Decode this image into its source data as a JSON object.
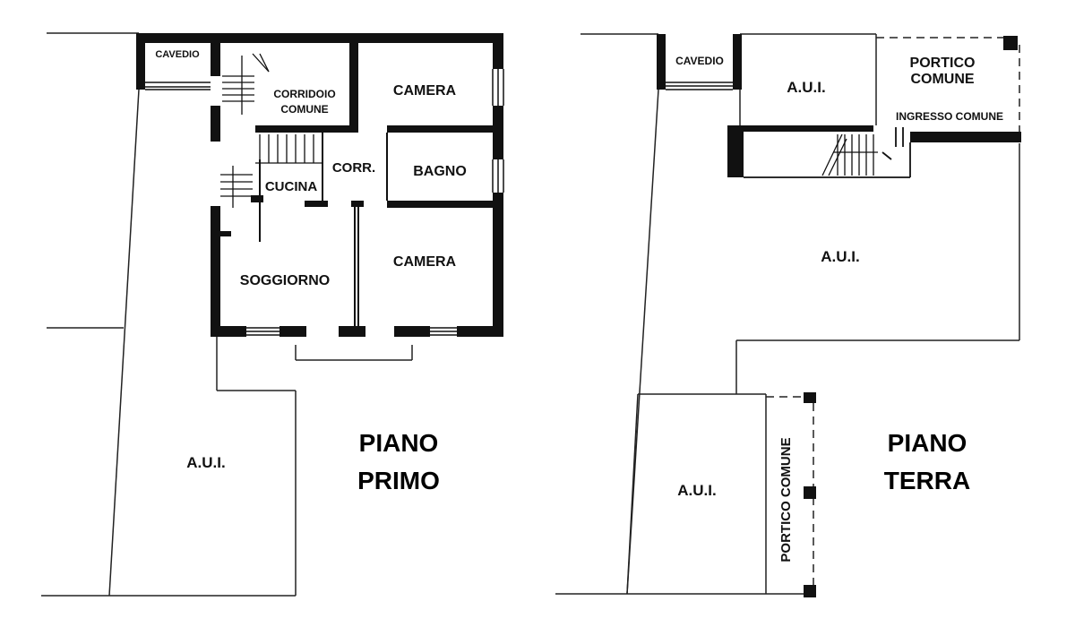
{
  "colors": {
    "wall": "#111111",
    "line": "#222222",
    "background": "#ffffff"
  },
  "first_floor": {
    "title_line1": "PIANO",
    "title_line2": "PRIMO",
    "rooms": {
      "cavedio": "CAVEDIO",
      "corridoio_line1": "CORRIDOIO",
      "corridoio_line2": "COMUNE",
      "camera_top": "CAMERA",
      "corr": "CORR.",
      "bagno": "BAGNO",
      "cucina": "CUCINA",
      "soggiorno": "SOGGIORNO",
      "camera_bottom": "CAMERA",
      "aui": "A.U.I."
    }
  },
  "ground_floor": {
    "title_line1": "PIANO",
    "title_line2": "TERRA",
    "rooms": {
      "cavedio": "CAVEDIO",
      "aui_top": "A.U.I.",
      "portico_line1": "PORTICO",
      "portico_line2": "COMUNE",
      "ingresso": "INGRESSO COMUNE",
      "aui_center": "A.U.I.",
      "aui_bottom": "A.U.I.",
      "portico_vertical": "PORTICO COMUNE"
    }
  }
}
